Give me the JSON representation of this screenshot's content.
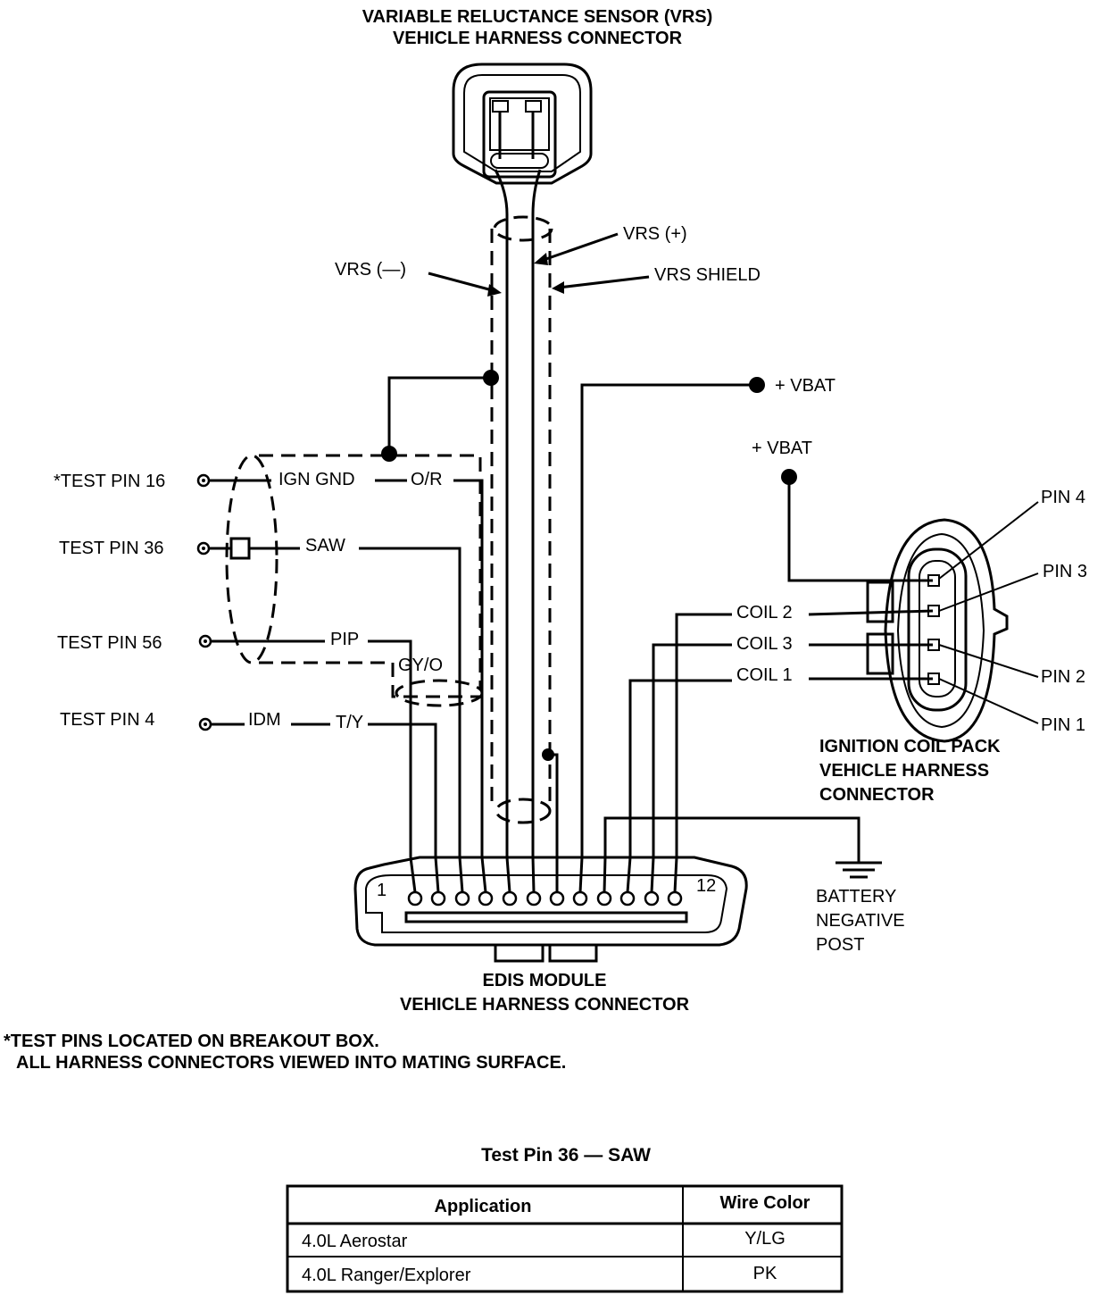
{
  "vrs_title": [
    "VARIABLE RELUCTANCE SENSOR (VRS)",
    "VEHICLE HARNESS CONNECTOR"
  ],
  "vrs_labels": {
    "plus": "VRS (+)",
    "minus": "VRS (—)",
    "shield": "VRS SHIELD"
  },
  "vbat": {
    "upper": "+ VBAT",
    "lower": "+ VBAT"
  },
  "test_pins": [
    {
      "pin": "*TEST PIN 16",
      "signal": "IGN GND",
      "color": "O/R"
    },
    {
      "pin": "TEST PIN 36",
      "signal": "SAW",
      "color": ""
    },
    {
      "pin": "TEST PIN 56",
      "signal": "PIP",
      "color": "GY/O"
    },
    {
      "pin": "TEST PIN 4",
      "signal": "IDM",
      "color": "T/Y"
    }
  ],
  "coils": [
    "COIL 2",
    "COIL 3",
    "COIL 1"
  ],
  "coil_pins": [
    "PIN 4",
    "PIN 3",
    "PIN 2",
    "PIN 1"
  ],
  "coil_title": [
    "IGNITION COIL PACK",
    "VEHICLE HARNESS",
    "CONNECTOR"
  ],
  "battery": [
    "BATTERY",
    "NEGATIVE",
    "POST"
  ],
  "edis_pin_numbers": {
    "first": "1",
    "last": "12"
  },
  "edis_title": [
    "EDIS MODULE",
    "VEHICLE HARNESS CONNECTOR"
  ],
  "notes": [
    "*TEST PINS LOCATED ON BREAKOUT BOX.",
    "ALL HARNESS CONNECTORS VIEWED INTO MATING SURFACE."
  ],
  "table": {
    "title": "Test Pin 36 — SAW",
    "headers": [
      "Application",
      "Wire Color"
    ],
    "rows": [
      [
        "4.0L Aerostar",
        "Y/LG"
      ],
      [
        "4.0L Ranger/Explorer",
        "PK"
      ]
    ]
  }
}
